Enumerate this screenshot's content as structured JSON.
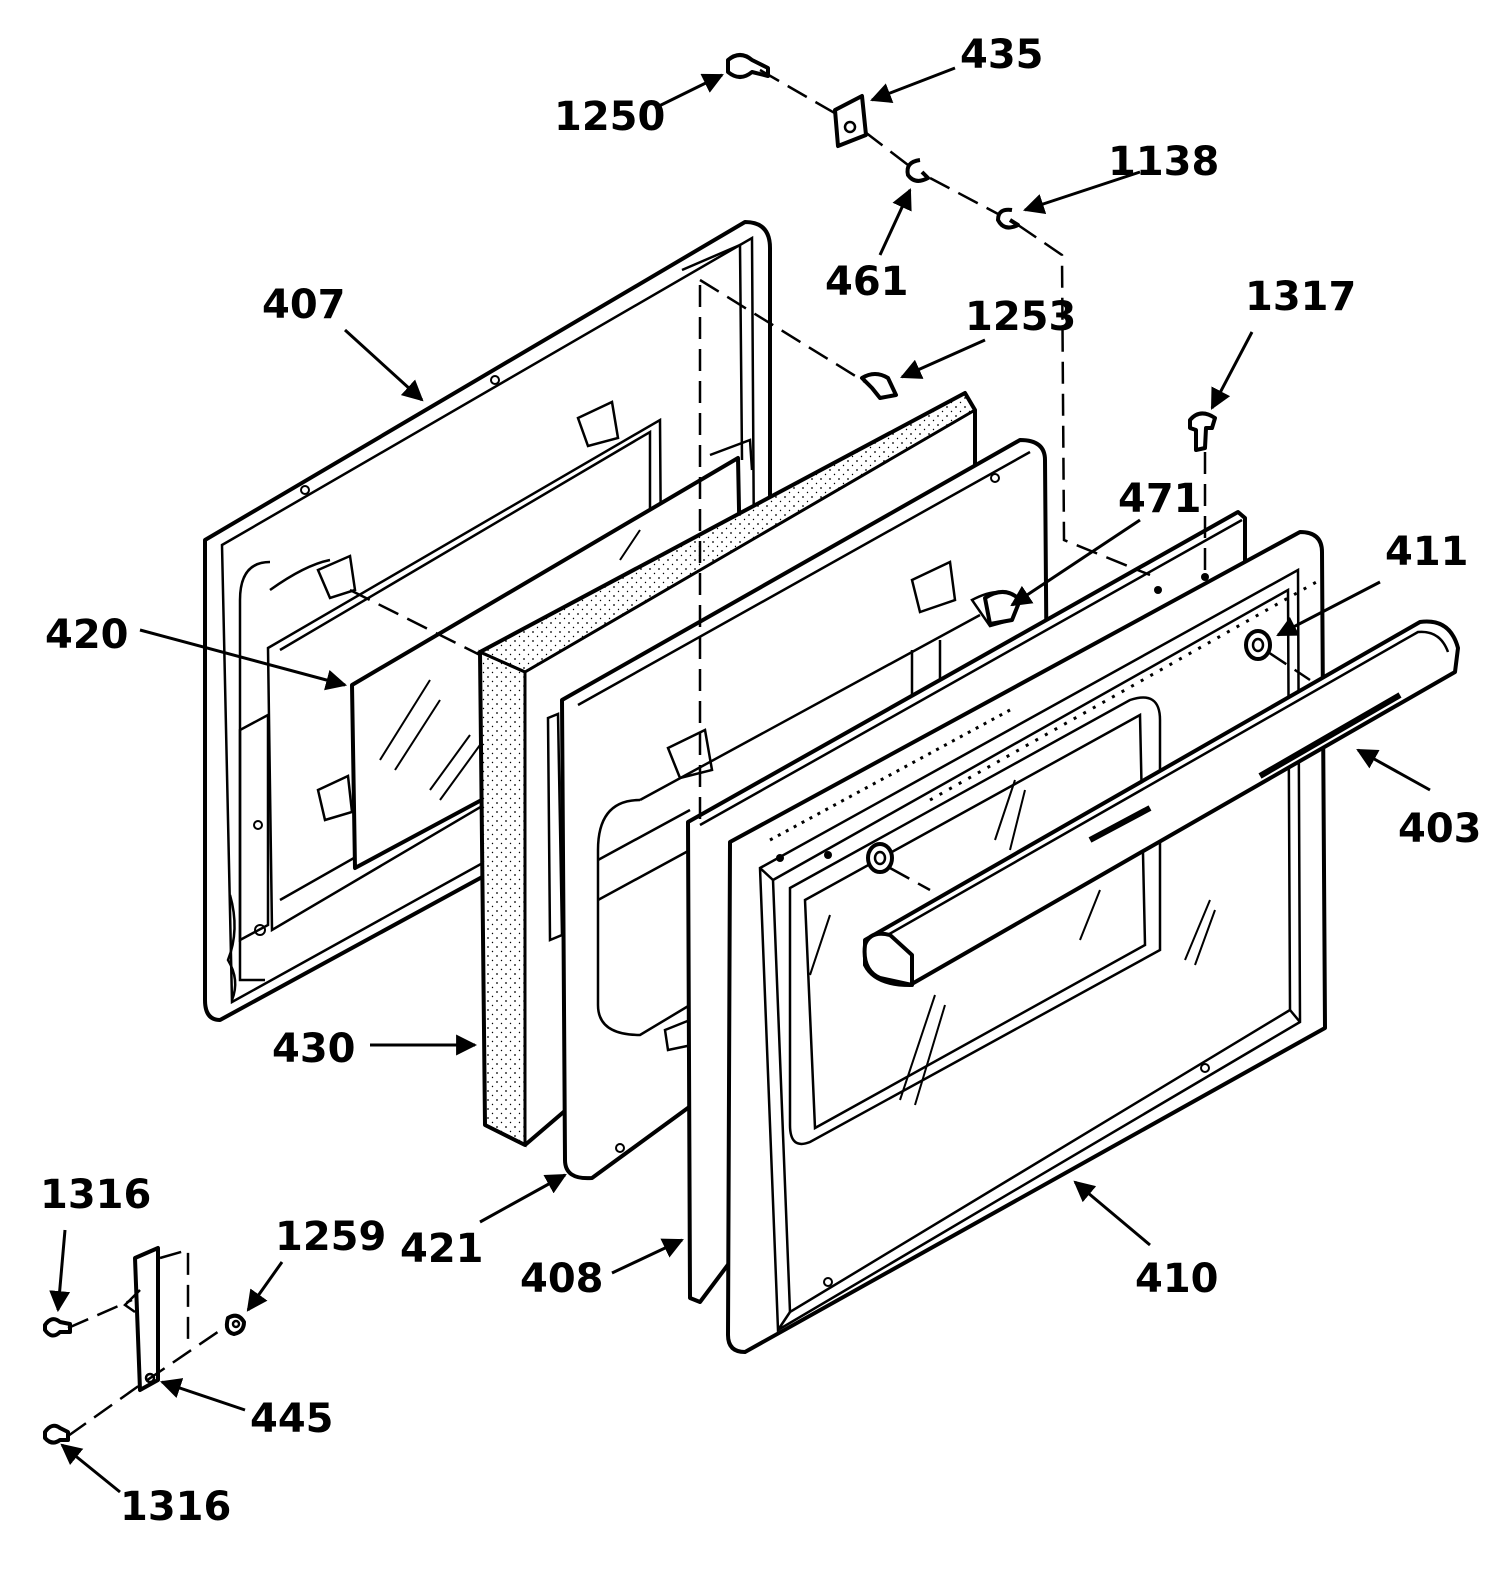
{
  "callouts": [
    {
      "id": "c1250",
      "text": "1250"
    },
    {
      "id": "c435",
      "text": "435"
    },
    {
      "id": "c1138",
      "text": "1138"
    },
    {
      "id": "c461",
      "text": "461"
    },
    {
      "id": "c407",
      "text": "407"
    },
    {
      "id": "c1253",
      "text": "1253"
    },
    {
      "id": "c1317",
      "text": "1317"
    },
    {
      "id": "c471",
      "text": "471"
    },
    {
      "id": "c411",
      "text": "411"
    },
    {
      "id": "c420",
      "text": "420"
    },
    {
      "id": "c403",
      "text": "403"
    },
    {
      "id": "c430",
      "text": "430"
    },
    {
      "id": "c421",
      "text": "421"
    },
    {
      "id": "c408",
      "text": "408"
    },
    {
      "id": "c410",
      "text": "410"
    },
    {
      "id": "c1316a",
      "text": "1316"
    },
    {
      "id": "c1259",
      "text": "1259"
    },
    {
      "id": "c445",
      "text": "445"
    },
    {
      "id": "c1316b",
      "text": "1316"
    }
  ]
}
